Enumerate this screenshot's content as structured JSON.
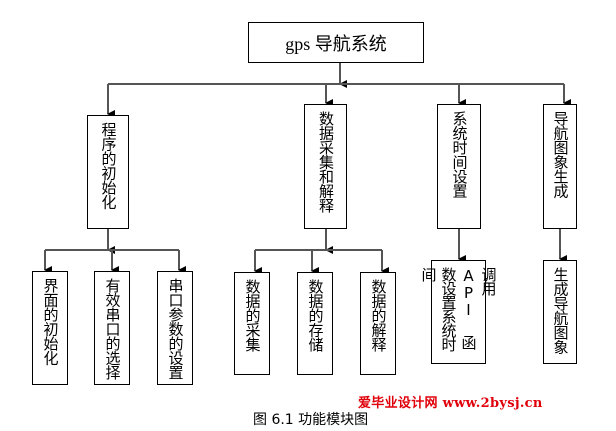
{
  "diagram": {
    "type": "hierarchy-tree",
    "root": {
      "label": "gps 导航系统"
    },
    "modules": [
      {
        "label": "程序的初始化",
        "children": [
          {
            "label": "界面的初始化"
          },
          {
            "label": "有效串口的选择"
          },
          {
            "label": "串口参数的设置"
          }
        ]
      },
      {
        "label": "数据采集和解释",
        "children": [
          {
            "label": "数据的采集"
          },
          {
            "label": "数据的存储"
          },
          {
            "label": "数据的解释"
          }
        ]
      },
      {
        "label": "系统时间设置",
        "children": [
          {
            "label": "调用 API 函数设置系统时间"
          }
        ]
      },
      {
        "label": "导航图象生成",
        "children": [
          {
            "label": "生成导航图象"
          }
        ]
      }
    ],
    "edge_style": "arrow",
    "colors": {
      "box_border": "#000000",
      "connector": "#555555",
      "watermark": "#e0000a"
    }
  },
  "caption": "图 6.1 功能模块图",
  "watermark": "爱毕业设计网 www.2bysj.cn"
}
